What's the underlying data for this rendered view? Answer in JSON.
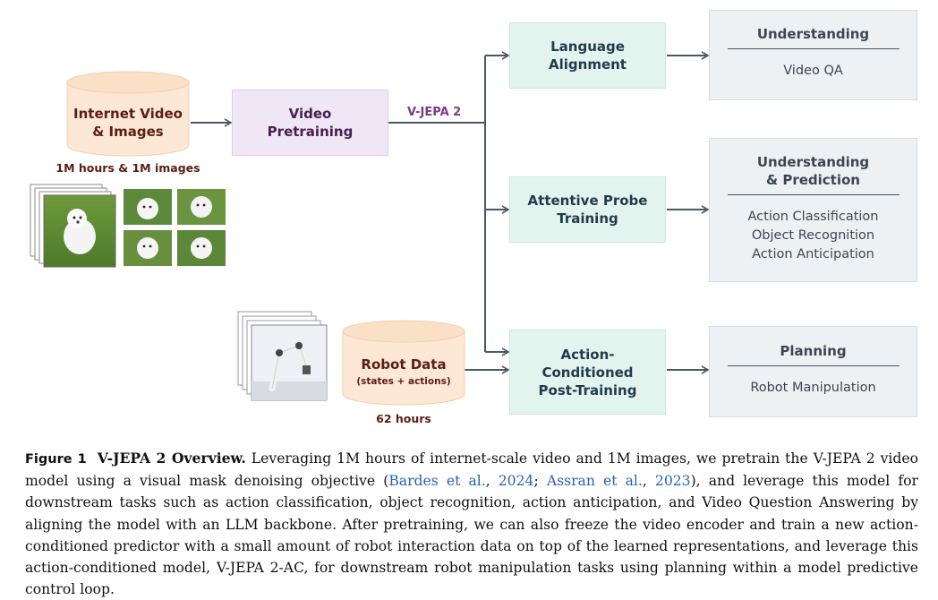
{
  "source": {
    "title_line1": "Internet Video",
    "title_line2": "& Images",
    "caption": "1M hours & 1M images"
  },
  "pretraining": {
    "line1": "Video",
    "line2": "Pretraining"
  },
  "model_label": "V-JEPA 2",
  "robot": {
    "title": "Robot Data",
    "subtitle": "(states + actions)",
    "caption": "62 hours"
  },
  "stages": {
    "language": {
      "line1": "Language",
      "line2": "Alignment"
    },
    "probe": {
      "line1": "Attentive Probe",
      "line2": "Training"
    },
    "action": {
      "line1": "Action-",
      "line2": "Conditioned",
      "line3": "Post-Training"
    }
  },
  "outputs": {
    "understanding": {
      "heading": "Understanding",
      "items": [
        "Video QA"
      ]
    },
    "understanding_prediction": {
      "heading_line1": "Understanding",
      "heading_line2": "& Prediction",
      "items": [
        "Action Classification",
        "Object Recognition",
        "Action Anticipation"
      ]
    },
    "planning": {
      "heading": "Planning",
      "items": [
        "Robot Manipulation"
      ]
    }
  },
  "caption": {
    "figure_label": "Figure 1",
    "title": "V-JEPA 2 Overview.",
    "text1": " Leveraging 1M hours of internet-scale video and 1M images, we pretrain the V-JEPA 2 video model using a visual mask denoising objective (",
    "cite1_authors": "Bardes et al.",
    "sep1": ", ",
    "cite1_year": "2024",
    "sep2": "; ",
    "cite2_authors": "Assran et al.",
    "sep3": ", ",
    "cite2_year": "2023",
    "text2": "), and leverage this model for downstream tasks such as action classification, object recognition, action anticipation, and Video Question Answering by aligning the model with an LLM backbone. After pretraining, we can also freeze the video encoder and train a new action-conditioned predictor with a small amount of robot interaction data on top of the learned representations, and leverage this action-conditioned model, V-JEPA 2-AC, for downstream robot manipulation tasks using planning within a model predictive control loop."
  },
  "colors": {
    "cylinder_fill": "#fde8d5",
    "cylinder_text": "#5a1e14",
    "green_box": "#e3f4ee",
    "purple_box": "#efe6f6",
    "gray_box": "#eef1f4",
    "arrow": "#4a5866",
    "model_label": "#7a3c8a",
    "citation": "#2463b8"
  },
  "icons": [
    "dog-video-frames-image",
    "dog-image-grid",
    "robot-arm-frames-image"
  ]
}
